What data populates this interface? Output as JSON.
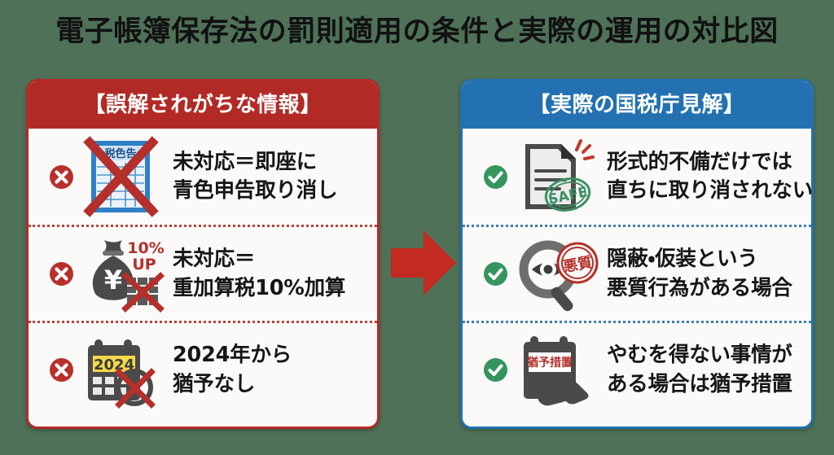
{
  "title": "電子帳簿保存法の罰則適用の条件と実際の運用の対比図",
  "colors": {
    "background": "#4e7157",
    "misconception_red": "#b22a26",
    "official_blue": "#2371b1",
    "check_green": "#35955f",
    "arrow_red": "#c32a22",
    "title_text": "#111111",
    "body_text": "#15161a",
    "card_background": "#fbfaf8"
  },
  "arrow": {
    "name": "arrow-right",
    "direction": "right"
  },
  "left_panel": {
    "header": "【誤解されがちな情報】",
    "badge_symbol": "✕",
    "items": [
      {
        "line1": "未対応＝即座に",
        "line2": "青色申告取り消し",
        "icon": "blue-tax-form-crossed-out-icon",
        "icon_label": "税色告",
        "crossed_out": true
      },
      {
        "line1": "未対応＝",
        "line2": "重加算税10%加算",
        "icon": "money-bag-crossed-out-icon",
        "icon_label": "10% UP",
        "icon_badge_line1": "10%",
        "icon_badge_line2": "UP",
        "currency_symbol": "¥",
        "crossed_out": true
      },
      {
        "line1": "2024年から",
        "line2": "猶予なし",
        "icon": "calendar-crossed-out-icon",
        "icon_label": "2024",
        "crossed_out": true
      }
    ]
  },
  "right_panel": {
    "header": "【実際の国税庁見解】",
    "badge_symbol": "✓",
    "items": [
      {
        "line1": "形式的不備だけでは",
        "line2": "直ちに取り消されない",
        "icon": "document-with-safe-stamp-icon",
        "icon_label": "SAFE"
      },
      {
        "line1": "隠蔽・仮装という",
        "line2": "悪質行為がある場合",
        "icon": "magnifier-eye-with-stamp-icon",
        "icon_label": "悪質"
      },
      {
        "line1": "やむを得ない事情が",
        "line2": "ある場合は猶予措置",
        "icon": "calendar-handshake-icon",
        "icon_label": "猶予措置"
      }
    ]
  }
}
